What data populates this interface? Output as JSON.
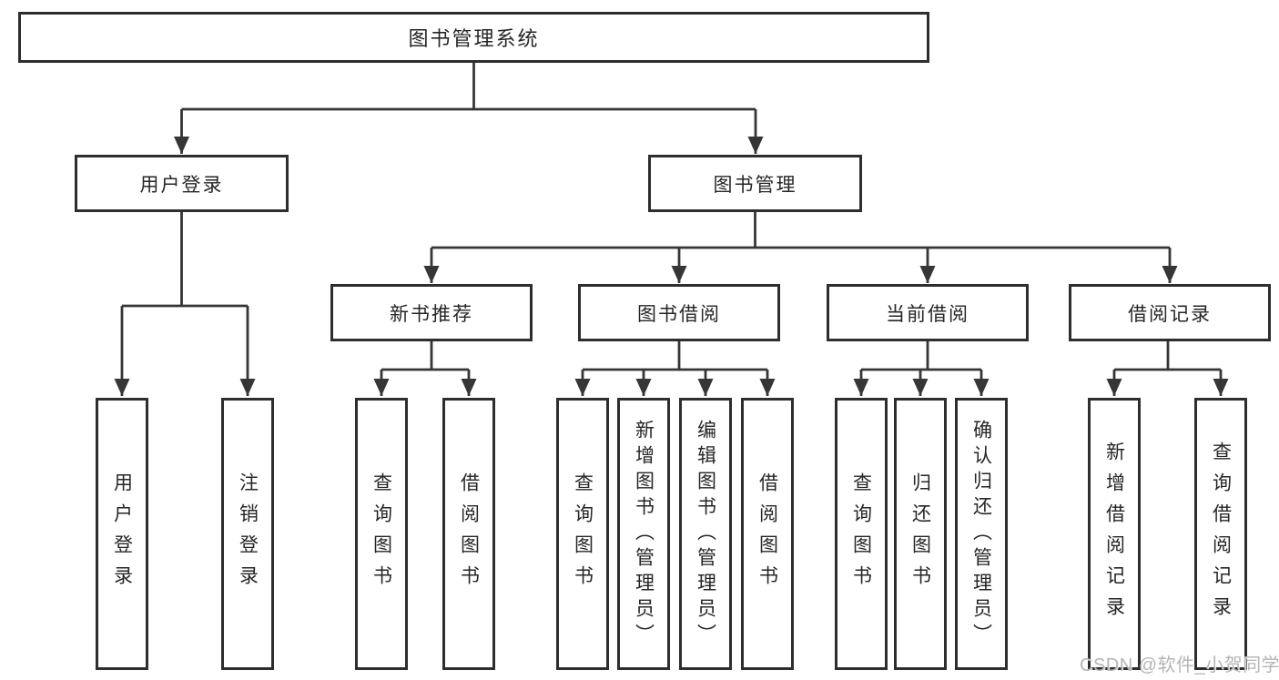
{
  "diagram": {
    "type": "hierarchy-tree",
    "root": {
      "label": "图书管理系统"
    },
    "level2": [
      {
        "label": "用户登录"
      },
      {
        "label": "图书管理"
      }
    ],
    "level3": [
      {
        "label": "新书推荐"
      },
      {
        "label": "图书借阅"
      },
      {
        "label": "当前借阅"
      },
      {
        "label": "借阅记录"
      }
    ],
    "leaves": {
      "login": [
        {
          "label": "用户登录"
        },
        {
          "label": "注销登录"
        }
      ],
      "recommend": [
        {
          "label": "查询图书"
        },
        {
          "label": "借阅图书"
        }
      ],
      "borrow": [
        {
          "label": "查询图书"
        },
        {
          "label": "新增图书（管理员）"
        },
        {
          "label": "编辑图书（管理员）"
        },
        {
          "label": "借阅图书"
        }
      ],
      "current": [
        {
          "label": "查询图书"
        },
        {
          "label": "归还图书"
        },
        {
          "label": "确认归还（管理员）"
        }
      ],
      "records": [
        {
          "label": "新增借阅记录"
        },
        {
          "label": "查询借阅记录"
        }
      ]
    }
  },
  "watermark": "CSDN @软件_小贺同学",
  "colors": {
    "line": "#363636",
    "box_border": "#2e2e2e",
    "text": "#262626",
    "background": "#ffffff",
    "watermark_text": "#b7b4b4"
  }
}
